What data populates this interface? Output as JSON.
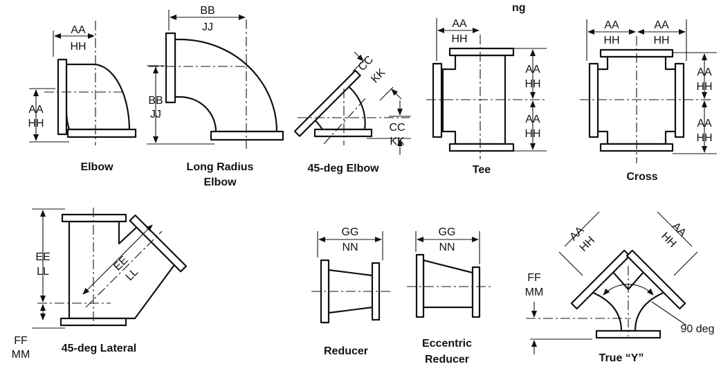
{
  "header_fragment": "ng",
  "fittings": {
    "elbow": {
      "caption": "Elbow",
      "dim_a": "AA",
      "dim_b": "HH"
    },
    "long_radius_elbow": {
      "caption_line1": "Long Radius",
      "caption_line2": "Elbow",
      "dim_a": "BB",
      "dim_b": "JJ"
    },
    "elbow_45": {
      "caption": "45-deg Elbow",
      "dim_a": "CC",
      "dim_b": "KK"
    },
    "tee": {
      "caption": "Tee",
      "dim_a": "AA",
      "dim_b": "HH"
    },
    "cross": {
      "caption": "Cross",
      "dim_a": "AA",
      "dim_b": "HH"
    },
    "lateral": {
      "caption": "45-deg Lateral",
      "dim_long_a": "EE",
      "dim_long_b": "LL",
      "dim_short_a": "FF",
      "dim_short_b": "MM"
    },
    "reducer": {
      "caption": "Reducer",
      "dim_a": "GG",
      "dim_b": "NN"
    },
    "eccentric_reducer": {
      "caption_line1": "Eccentric",
      "caption_line2": "Reducer",
      "dim_a": "GG",
      "dim_b": "NN"
    },
    "true_y": {
      "caption": "True “Y”",
      "dim_a": "AA",
      "dim_b": "HH",
      "dim_short_a": "FF",
      "dim_short_b": "MM",
      "angle": "90 deg"
    }
  }
}
